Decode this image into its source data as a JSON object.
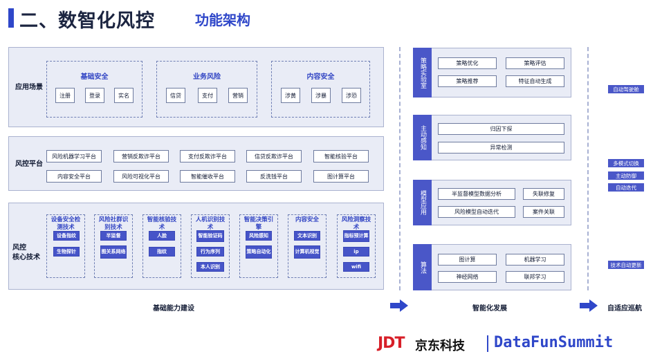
{
  "header": {
    "title": "二、数智化风控",
    "subtitle": "功能架构"
  },
  "left": {
    "app_scene": {
      "label": "应用场景",
      "groups": [
        {
          "title": "基础安全",
          "items": [
            "注册",
            "登录",
            "实名"
          ]
        },
        {
          "title": "业务风险",
          "items": [
            "信贷",
            "支付",
            "营销"
          ]
        },
        {
          "title": "内容安全",
          "items": [
            "涉黄",
            "涉暴",
            "涉恐"
          ]
        }
      ]
    },
    "platform": {
      "label": "风控平台",
      "row1": [
        "风险机器学习平台",
        "营销反欺诈平台",
        "支付反欺诈平台",
        "信贷反欺诈平台",
        "智能核验平台"
      ],
      "row2": [
        "内容安全平台",
        "风险可视化平台",
        "智能催收平台",
        "反洗钱平台",
        "图计算平台"
      ]
    },
    "core": {
      "label_line1": "风控",
      "label_line2": "核心技术",
      "groups": [
        {
          "title": "设备安全检测技术",
          "items": [
            "设备指纹",
            "生物探针"
          ]
        },
        {
          "title": "风险社群识别技术",
          "items": [
            "半监督",
            "图关系网络"
          ]
        },
        {
          "title": "智能核验技术",
          "items": [
            "人脸",
            "指纹"
          ]
        },
        {
          "title": "人机识别技术",
          "items": [
            "智能验证码",
            "行为序列",
            "本人识别"
          ]
        },
        {
          "title": "智能决策引擎",
          "items": [
            "风险感知",
            "策略自动化"
          ]
        },
        {
          "title": "内容安全",
          "items": [
            "文本识别",
            "计算机视觉"
          ]
        },
        {
          "title": "风险洞察技术",
          "items": [
            "指标预计算",
            "ip",
            "wifi"
          ]
        }
      ]
    },
    "bottom_label": "基础能力建设"
  },
  "middle": {
    "sections": [
      {
        "tab": "策略实验室",
        "items": [
          "策略优化",
          "策略评估",
          "策略推荐",
          "特征自动生成"
        ]
      },
      {
        "tab": "主动感知",
        "items": [
          "归因下探",
          "异常检测"
        ]
      },
      {
        "tab": "模型应用",
        "items": [
          "半监督模型数据分析",
          "失联修复",
          "风险模型自动迭代",
          "案件关联"
        ]
      },
      {
        "tab": "算法",
        "items": [
          "图计算",
          "机器学习",
          "神经网络",
          "联邦学习"
        ]
      }
    ],
    "bottom_label": "智能化发展"
  },
  "right": {
    "tags": [
      "自动驾驶舱",
      "多模式切换",
      "主动防御",
      "自动迭代",
      "技术自动更新"
    ],
    "bottom_label": "自适应巡航"
  },
  "footer": {
    "jdt": "JDT",
    "jd": "京东科技",
    "df": "DataFunSummit"
  },
  "colors": {
    "accent": "#2f47c9",
    "panel": "#e9ecf6",
    "button_blue": "#4654c8",
    "arrow": "#2f47c9"
  }
}
